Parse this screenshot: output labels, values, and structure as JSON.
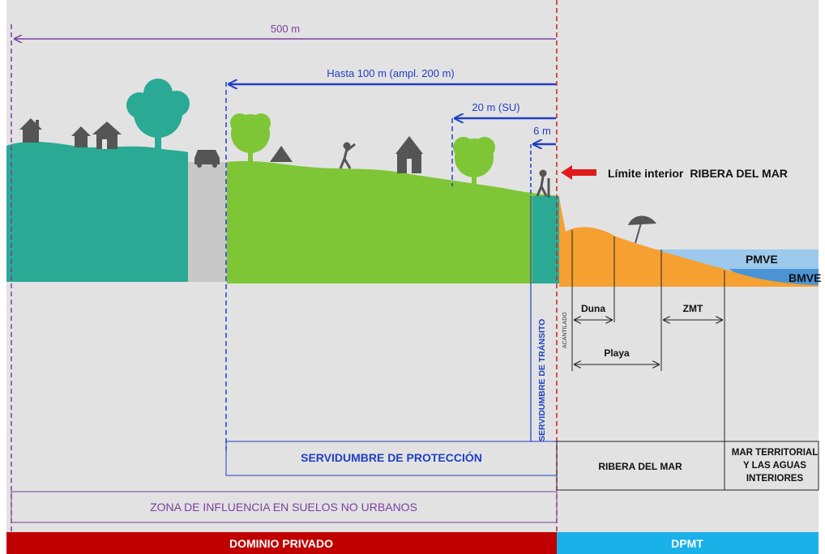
{
  "labels": {
    "d500": "500 m",
    "d100": "Hasta 100 m (ampl. 200 m)",
    "d20": "20 m (SU)",
    "d6": "6 m",
    "limite_prefix": "Límite interior",
    "limite_main": "RIBERA DEL MAR",
    "pmve": "PMVE",
    "bmve": "BMVE",
    "duna": "Duna",
    "zmt": "ZMT",
    "playa": "Playa",
    "acantilado": "ACANTILADO",
    "servidumbre_transito": "SERVIDUMBRE DE TRÁNSITO",
    "servidumbre_proteccion": "SERVIDUMBRE DE PROTECCIÓN",
    "ribera_del_mar": "RIBERA DEL MAR",
    "mar_line1": "MAR TERRITORIAL",
    "mar_line2": "Y LAS AGUAS",
    "mar_line3": "INTERIORES",
    "zona_influencia": "ZONA DE INFLUENCIA EN SUELOS NO URBANOS",
    "dominio_privado": "DOMINIO PRIVADO",
    "dpmt": "DPMT"
  },
  "colors": {
    "background": "#e2e2e2",
    "purple": "#7b3fa0",
    "blue": "#1f3fc4",
    "red_band": "#c00000",
    "cyan_band": "#1ab0e8",
    "teal_land": "#2aa995",
    "green_land": "#7ec636",
    "road": "#c8c8c8",
    "beach": "#f5a031",
    "sea_light": "#9cc9ec",
    "sea_dark": "#4a94d6"
  }
}
